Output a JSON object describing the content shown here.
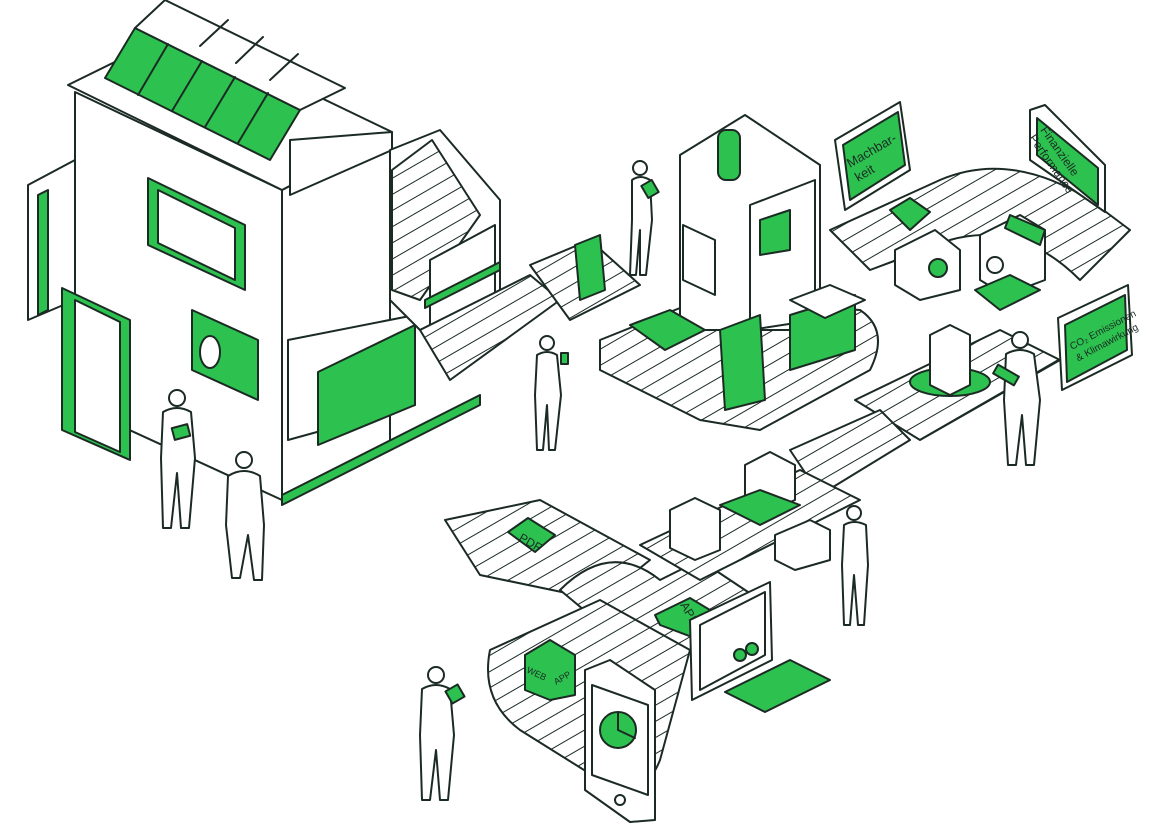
{
  "colors": {
    "accent": "#2dc24f",
    "line": "#1b2b24",
    "background": "#ffffff"
  },
  "monitors": {
    "feasibility": {
      "line1": "Machbar-",
      "line2": "keit"
    },
    "finance": {
      "line1": "Finanzielle",
      "line2": "Performance"
    },
    "emissions": {
      "line1": "CO₂ Emissionen",
      "line2": "& Klimawirkung"
    }
  },
  "packages": {
    "pdf": "PDF",
    "web": "WEB",
    "app": "APP",
    "api": "API"
  },
  "icons": [
    "solar-panel-icon",
    "recycle-icon",
    "pie-chart-icon",
    "person-icon",
    "tablet-icon"
  ]
}
